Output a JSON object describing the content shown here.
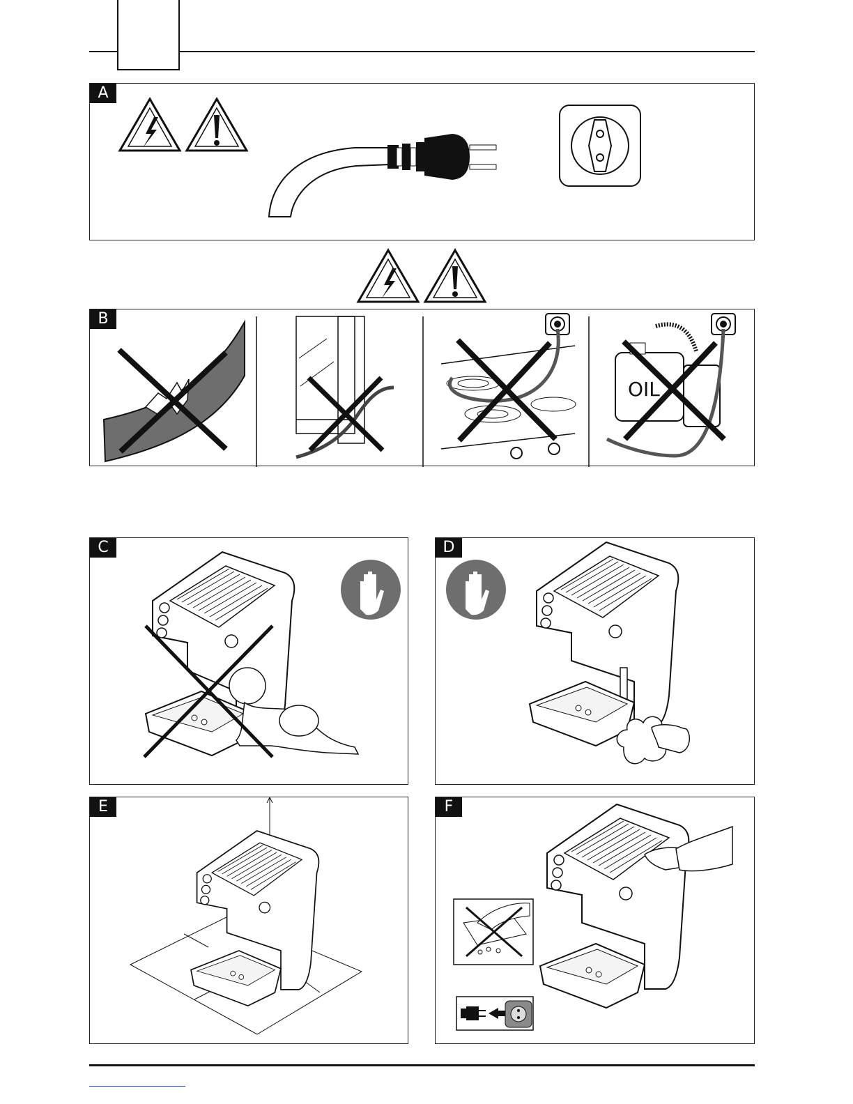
{
  "header": {
    "tab_text": ""
  },
  "panels": {
    "A": {
      "label": "A",
      "icons": [
        "high-voltage-warning-icon",
        "caution-exclamation-icon",
        "power-plug-icon",
        "wall-socket-icon"
      ]
    },
    "B": {
      "label": "B",
      "icons": [
        "damaged-cord-crossed",
        "cord-in-door-crossed",
        "cord-on-hotplate-crossed",
        "cord-near-oil-crossed"
      ]
    },
    "C": {
      "label": "C",
      "icons": [
        "stop-hand-icon",
        "espresso-machine",
        "child-crossed"
      ]
    },
    "D": {
      "label": "D",
      "icons": [
        "stop-hand-icon",
        "espresso-machine",
        "steam-hand"
      ]
    },
    "E": {
      "label": "E",
      "icons": [
        "espresso-machine",
        "placement-area"
      ]
    },
    "F": {
      "label": "F",
      "icons": [
        "espresso-machine",
        "wiping-hand",
        "no-immersion-inset",
        "unplug-inset"
      ]
    }
  },
  "middle_warnings": [
    "high-voltage-warning-icon",
    "caution-exclamation-icon"
  ],
  "inset_text": {
    "oil": "OIL"
  },
  "colors": {
    "ink": "#111111",
    "grey": "#6e6e6e",
    "link_blue": "#2a4bd7"
  }
}
